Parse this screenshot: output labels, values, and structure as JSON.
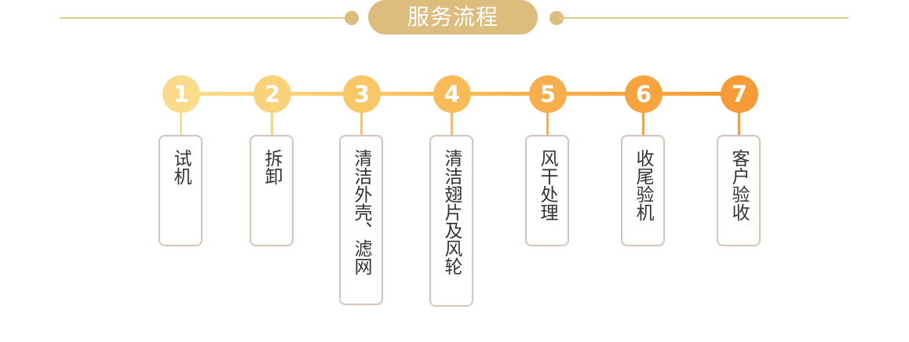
{
  "title": "服务流程",
  "colors": {
    "header_accent": "#dcbd7e",
    "header_line": "#e3c98e",
    "card_border": "#d8c3bb"
  },
  "steps": [
    {
      "number": "1",
      "label": "试机",
      "color": "#fbdb8a"
    },
    {
      "number": "2",
      "label": "拆卸",
      "color": "#fad27a"
    },
    {
      "number": "3",
      "label": "清洁外壳、滤网",
      "color": "#f9c766"
    },
    {
      "number": "4",
      "label": "清洁翅片及风轮",
      "color": "#f8bb58"
    },
    {
      "number": "5",
      "label": "风干处理",
      "color": "#f7ae4b"
    },
    {
      "number": "6",
      "label": "收尾验机",
      "color": "#f7a43f"
    },
    {
      "number": "7",
      "label": "客户验收",
      "color": "#f69b35"
    }
  ]
}
